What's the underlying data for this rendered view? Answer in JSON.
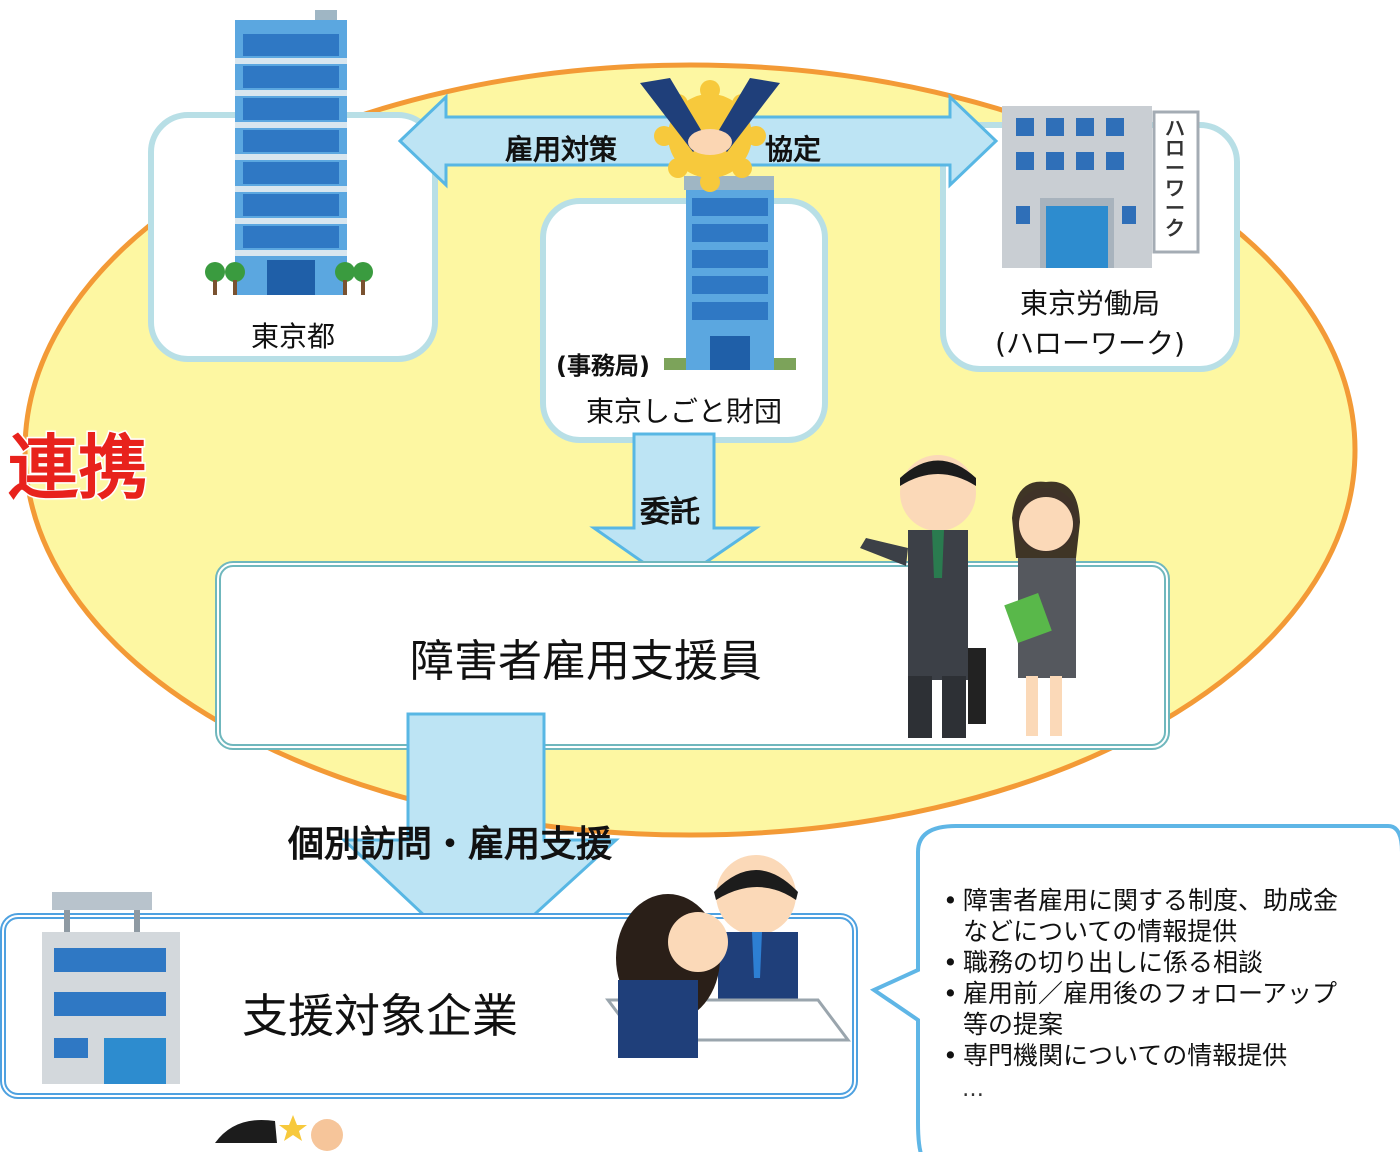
{
  "colors": {
    "ellipse_fill": "#fdf7a2",
    "ellipse_stroke": "#f39a36",
    "arrow_fill": "#bde4f4",
    "arrow_stroke": "#58b7e4",
    "box_border": "#b8dfe6",
    "renkei_text": "#e8221c"
  },
  "diagram": {
    "tokyo_metro": "東京都",
    "labor_bureau_line1": "東京労働局",
    "labor_bureau_line2": "(ハローワーク)",
    "hellowork_sign": "ハローワーク",
    "secretariat_tag": "(事務局)",
    "foundation": "東京しごと財団",
    "koyou_taisaku": "雇用対策",
    "kyoutei": "協定",
    "renkei": "連携",
    "itaku": "委託",
    "support_staff": "障害者雇用支援員",
    "visit_support": "個別訪問・雇用支援",
    "target_company": "支援対象企業"
  },
  "bubble": {
    "items": [
      "障害者雇用に関する制度、助成金\nなどについての情報提供",
      "職務の切り出しに係る相談",
      "雇用前／雇用後のフォローアップ\n等の提案",
      "専門機関についての情報提供"
    ],
    "ellipsis": "…"
  }
}
